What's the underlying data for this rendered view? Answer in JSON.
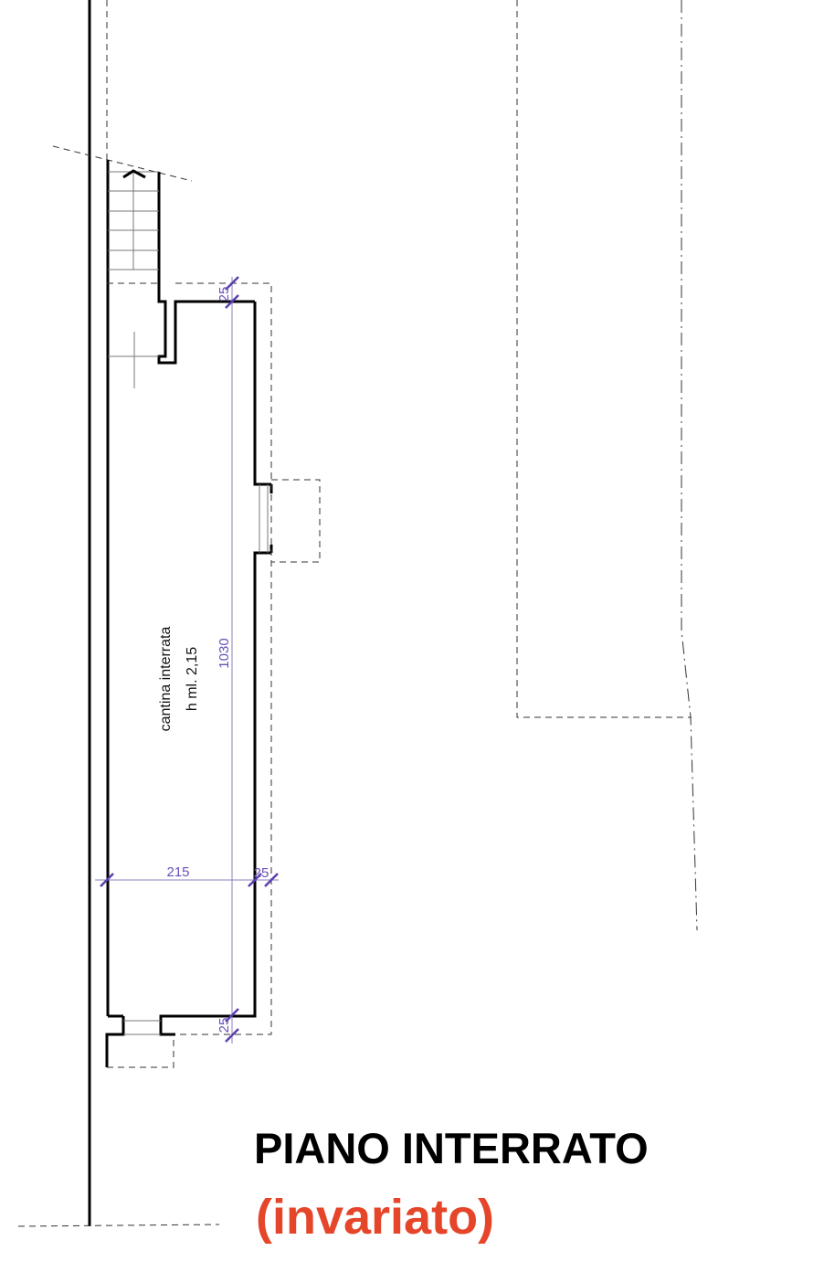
{
  "room": {
    "name": "cantina interrata",
    "height": "h ml. 2,15"
  },
  "dimensions": {
    "length": "1030",
    "width": "215",
    "wall_top": "25",
    "wall_right": "25",
    "wall_bottom": "25"
  },
  "title": {
    "main": "PIANO INTERRATO",
    "sub": "(invariato)"
  },
  "colors": {
    "dimension": "#6a4fb8",
    "subtitle": "#e5462a",
    "title": "#000000"
  }
}
